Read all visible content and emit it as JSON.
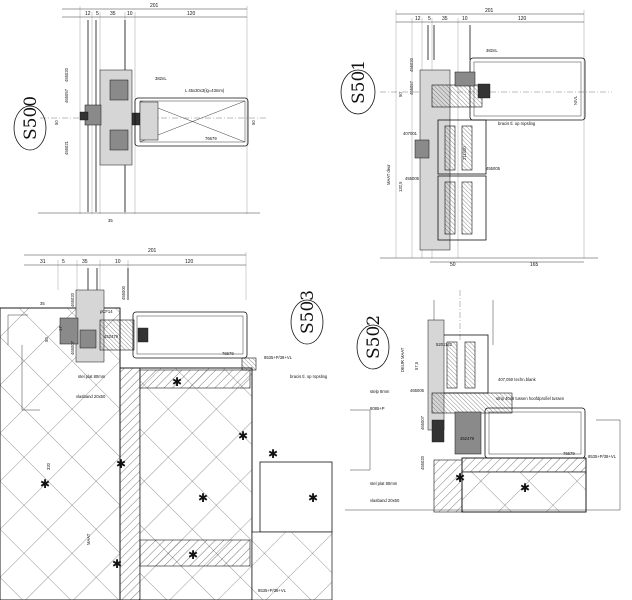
{
  "details": {
    "s500": {
      "label": "S500",
      "dims_top": [
        "201",
        "12",
        "5",
        "35",
        "10",
        "120"
      ],
      "dims_side": [
        "465057",
        "455020",
        "455021",
        "50",
        "35"
      ],
      "tags": [
        "382nL",
        "L 45x30x3(lg=43mm)",
        "76679",
        "50"
      ]
    },
    "s501": {
      "label": "S501",
      "dims_top": [
        "201",
        "12",
        "5",
        "35",
        "10",
        "120"
      ],
      "dims_side": [
        "465057",
        "455020",
        "50",
        "132,5",
        "MAAT deur"
      ],
      "tags": [
        "382nL",
        "407001",
        "455005",
        "455005",
        "bracis tl. op ropsling",
        "NIVL",
        "211400",
        "50",
        "165"
      ]
    },
    "s503": {
      "label": "S503",
      "dims_top": [
        "201",
        "31",
        "5",
        "35",
        "10",
        "120"
      ],
      "dims_side": [
        "35",
        "17",
        "50",
        "465020",
        "465007",
        "455000"
      ],
      "tags": [
        "pCF14",
        "452479",
        "76679",
        "8535+P/38+VL",
        "stel plat 80mm",
        "bracis tl. op ropsling",
        "vlasband 20x50",
        "MAAT",
        "320"
      ]
    },
    "s502": {
      "label": "S502",
      "dims_top": [],
      "dims_side": [
        "DEUR MAAT",
        "57,5",
        "465005",
        "465007",
        "455020"
      ],
      "tags": [
        "5201142",
        "407,050 techn.blank",
        "strip 40x8 tussen hoofdprofiel tussen",
        "stelp 8mm",
        "8085+P",
        "stel plat 80mm",
        "vlasband 20x50",
        "452479",
        "76679",
        "8535+P/38+VL"
      ]
    }
  },
  "footer_note": "8535+P/38+VL"
}
